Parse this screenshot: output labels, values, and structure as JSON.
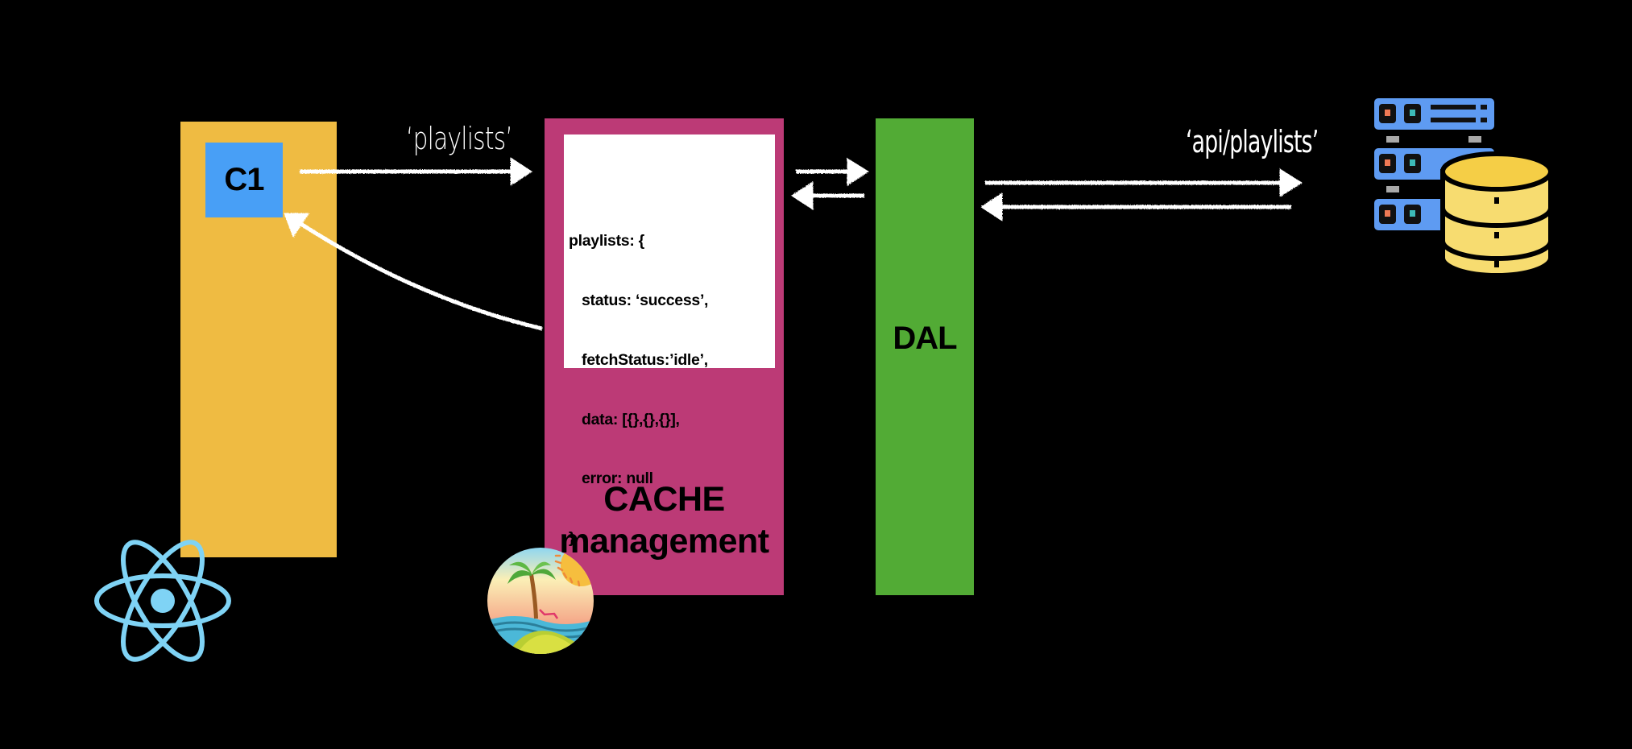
{
  "diagram": {
    "client": {
      "component_label": "C1",
      "framework_icon": "react-atom-icon"
    },
    "cache": {
      "title_line1": "CACHE",
      "title_line2": "management",
      "code_lines": [
        "playlists: {",
        "status: ‘success’,",
        "fetchStatus:’idle’,",
        "data: [{},{},{}],",
        "error: null",
        "}"
      ],
      "library_icon": "beach-island-icon"
    },
    "dal": {
      "label": "DAL"
    },
    "backend": {
      "icon": "server-database-icon"
    },
    "edges": {
      "client_to_cache_label": "‘playlists’",
      "dal_to_api_label": "‘api/playlists’"
    },
    "colors": {
      "background": "#000000",
      "client": "#EFBB42",
      "component": "#489FF6",
      "cache": "#BC3A76",
      "dal": "#52AB35",
      "arrow": "#FFFFFF",
      "react": "#7FD3F5",
      "server": "#5E9BF2",
      "database": "#F7D55A"
    }
  }
}
